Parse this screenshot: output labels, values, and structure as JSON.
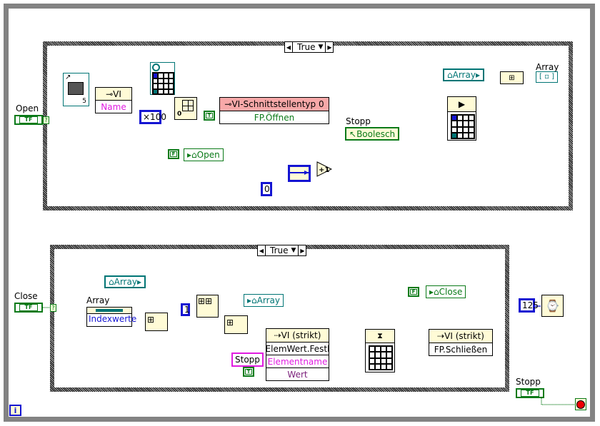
{
  "diagram": {
    "outer_loop": {
      "type": "while-loop",
      "iteration_terminal": "i",
      "stop_label": "Stopp"
    },
    "top_case": {
      "selector_value": "True",
      "input_label": "Open",
      "input_terminal": "?",
      "nodes": {
        "vi_ref_label": "VI",
        "vi_name_property": "Name",
        "vi_ref_count": "5",
        "multiplier_constant": "×100",
        "merge_constant": "0",
        "invoke_header": "VI-Schnittstellentyp 0",
        "invoke_method": "FP.Öffnen",
        "invoke_true_const": "T",
        "stopp_label": "Stopp",
        "boolesch_ref": "Boolesch",
        "open_false_const": "F",
        "open_local": "Open",
        "array_local": "Array",
        "array_indicator_label": "Array",
        "increment": "+1",
        "shift_init": "0"
      }
    },
    "bottom_case": {
      "selector_value": "True",
      "input_label": "Close",
      "input_terminal": "?",
      "nodes": {
        "array_local_read": "Array",
        "array_control_label": "Array",
        "index_property": "Indexwerte",
        "index_constant": "1",
        "array_local_write": "Array",
        "close_false_const": "F",
        "close_local": "Close",
        "set_value_header": "VI (strikt)",
        "set_value_method": "ElemWert.Festl",
        "element_name_param": "Elementname",
        "value_param": "Wert",
        "stopp_string_const": "Stopp",
        "value_true_const": "T",
        "close_header": "VI (strikt)",
        "close_method": "FP.Schließen"
      }
    },
    "wait_constant": "125",
    "stop_button_label": "Stopp",
    "colors": {
      "loop_frame": "#838383",
      "teal_wire": "#007575",
      "blue_wire": "#1414d2",
      "pink_wire": "#e01be0",
      "green_bool": "#0a7a18",
      "node_fill": "#fffbd6",
      "invoke_header_fill": "#f7a8a8"
    }
  }
}
